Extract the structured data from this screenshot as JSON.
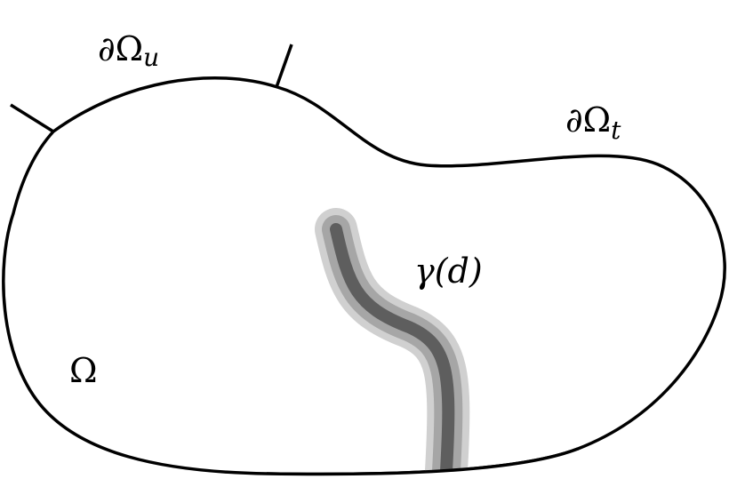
{
  "labels": {
    "boundary_u": {
      "main": "∂Ω",
      "sub": "u"
    },
    "boundary_t": {
      "main": "∂Ω",
      "sub": "t"
    },
    "crack": "γ(d)",
    "domain": "Ω"
  },
  "colors": {
    "outline": "#000000",
    "crack_outer": "#d0d0d0",
    "crack_middle": "#a6a6a6",
    "crack_inner": "#5e5e5e",
    "background": "#ffffff"
  }
}
